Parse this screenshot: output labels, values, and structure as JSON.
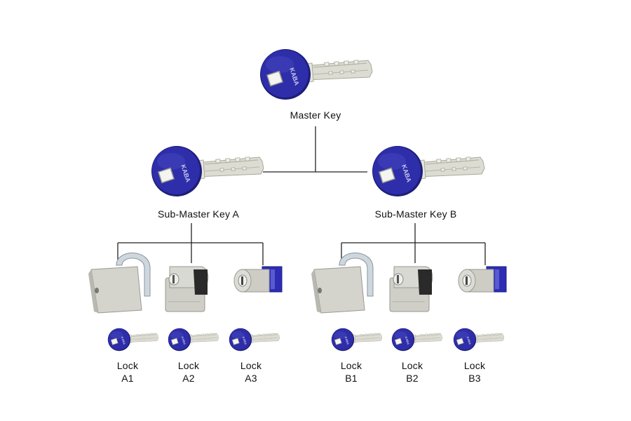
{
  "colors": {
    "key_head": "#2b2ba6",
    "key_head_dark": "#1a1a70",
    "key_blade": "#d9d9cf",
    "lock_body": "#d2d2cc",
    "connector": "#222222"
  },
  "master": {
    "label": "Master Key",
    "brand": "KABA"
  },
  "submasters": [
    {
      "label": "Sub-Master Key A"
    },
    {
      "label": "Sub-Master Key B"
    }
  ],
  "locks": [
    {
      "line1": "Lock",
      "line2": "A1",
      "lock_type": "padlock-icon"
    },
    {
      "line1": "Lock",
      "line2": "A2",
      "lock_type": "half-cylinder-icon"
    },
    {
      "line1": "Lock",
      "line2": "A3",
      "lock_type": "cam-lock-icon"
    },
    {
      "line1": "Lock",
      "line2": "B1",
      "lock_type": "padlock-icon"
    },
    {
      "line1": "Lock",
      "line2": "B2",
      "lock_type": "half-cylinder-icon"
    },
    {
      "line1": "Lock",
      "line2": "B3",
      "lock_type": "cam-lock-icon"
    }
  ]
}
